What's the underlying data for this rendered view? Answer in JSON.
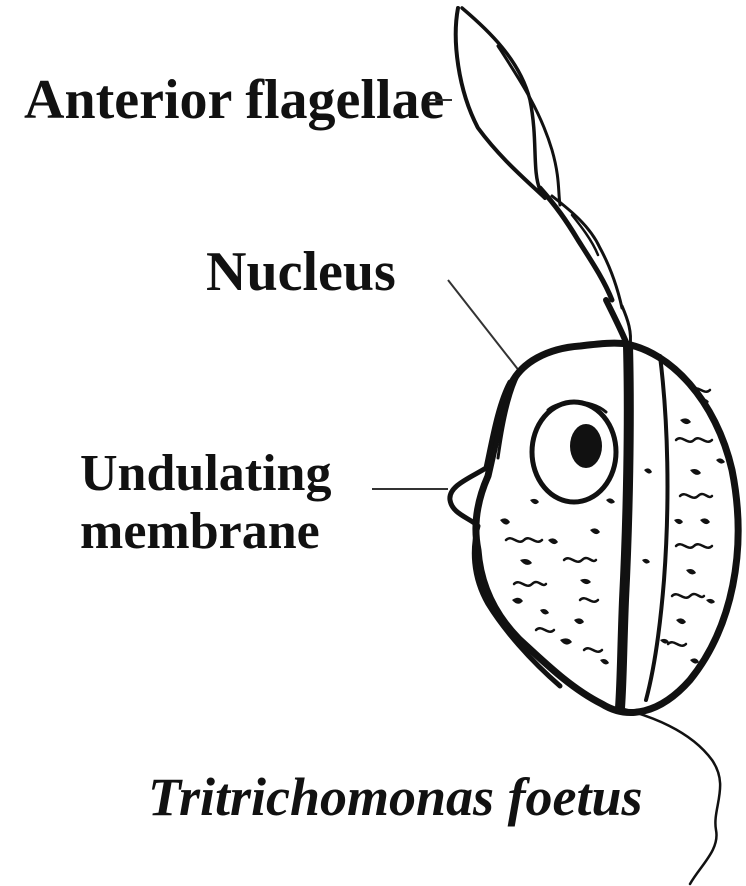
{
  "labels": {
    "anterior_flagellae": "Anterior flagellae",
    "nucleus": "Nucleus",
    "undulating_line1": "Undulating",
    "undulating_line2": "membrane"
  },
  "caption": {
    "species": "Tritrichomonas foetus"
  },
  "colors": {
    "ink": "#111111",
    "background": "#ffffff"
  }
}
